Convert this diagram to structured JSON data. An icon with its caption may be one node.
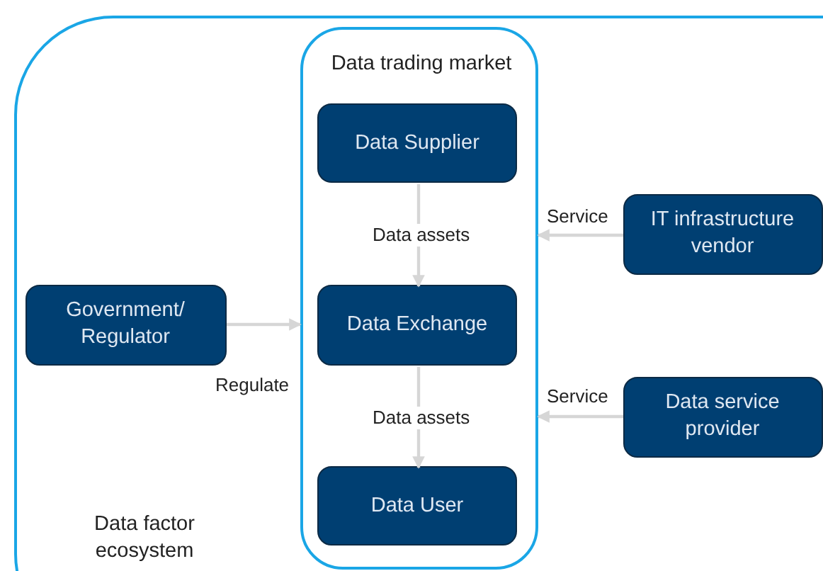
{
  "diagram": {
    "nodes": [
      {
        "text": [
          "Data factor ecosystem"
        ]
      },
      {
        "text": [
          "Data trading market"
        ],
        "in": 0
      },
      {
        "text": [
          "Data Supplier"
        ],
        "in": 1
      },
      {
        "text": [
          "Data Exchange"
        ],
        "in": 1
      },
      {
        "text": [
          "Data User"
        ],
        "in": 1
      },
      {
        "text": [
          "Government/ Regulator"
        ],
        "in": 0
      },
      {
        "text": [
          "IT infrastructure vendor"
        ],
        "in": 0
      },
      {
        "text": [
          "Data service provider"
        ],
        "in": 0
      }
    ],
    "edges": [
      {
        "from": 2,
        "to": 3,
        "arrow": "to",
        "label": "Data assets"
      },
      {
        "from": 3,
        "to": 4,
        "arrow": "to",
        "label": "Data assets"
      },
      {
        "from": 5,
        "to": 1,
        "arrow": "to",
        "label": "Regulate"
      },
      {
        "from": 6,
        "to": 1,
        "arrow": "to",
        "label": "Service"
      },
      {
        "from": 7,
        "to": 1,
        "arrow": "to",
        "label": "Service"
      }
    ]
  }
}
